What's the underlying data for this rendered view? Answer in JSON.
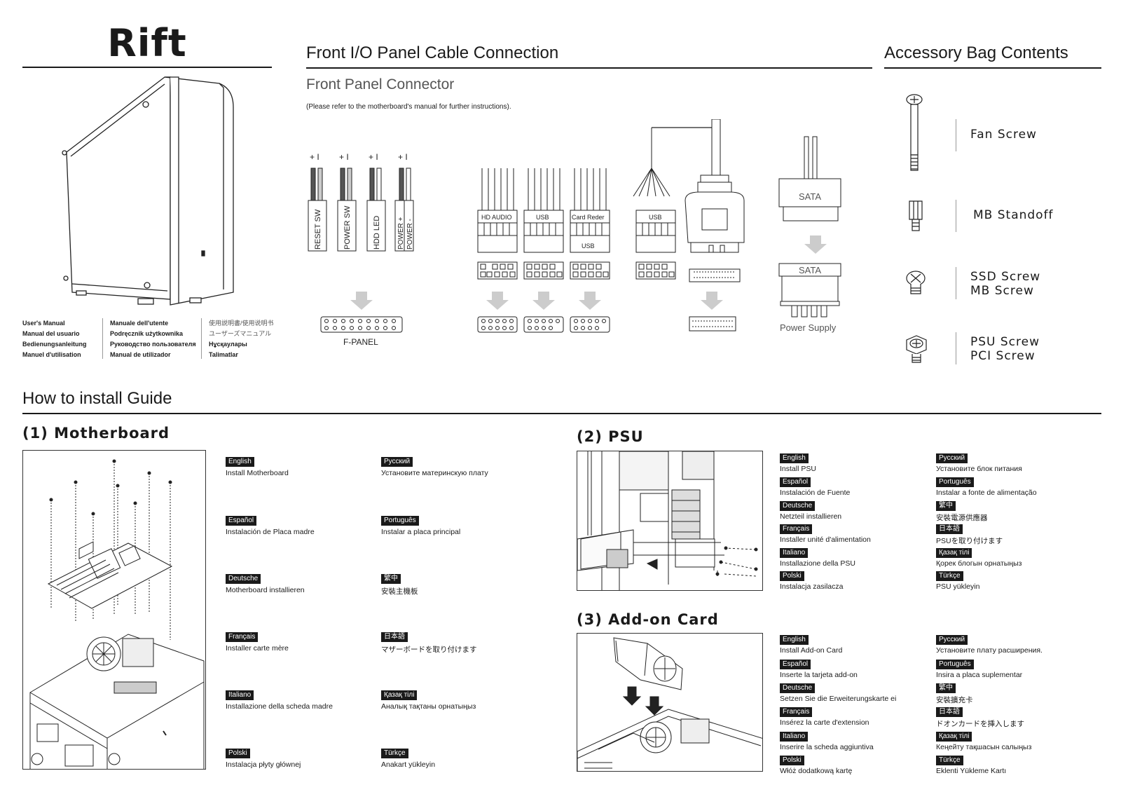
{
  "brand": "Rift",
  "front_io": {
    "title": "Front I/O Panel Cable Connection",
    "subtitle": "Front Panel Connector",
    "note": "(Please refer to the motherboard's manual for further instructions).",
    "polarity": "+ I",
    "switch_connectors": [
      "RESET SW",
      "POWER SW",
      "HDD LED",
      "POWER +",
      "POWER -"
    ],
    "header_connectors": [
      "HD AUDIO",
      "USB",
      "Card Reder",
      "USB",
      "USB"
    ],
    "fpanel_label": "F-PANEL",
    "sata_top": "SATA",
    "sata_bottom": "SATA",
    "power_supply": "Power Supply"
  },
  "manual_titles": {
    "col1": [
      "User's Manual",
      "Manual del usuario",
      "Bedienungsanleitung",
      "Manuel d'utilisation"
    ],
    "col2": [
      "Manuale dell'utente",
      "Podręcznik użytkownika",
      "Руководство пользователя",
      "Manual de utilizador"
    ],
    "col3": [
      "使用説明書/使用说明书",
      "ユーザーズマニュアル",
      "Нұсқаулары",
      "Talimatlar"
    ]
  },
  "accessory": {
    "title": "Accessory Bag Contents",
    "items": [
      {
        "lines": [
          "Fan Screw"
        ],
        "icon": "fan-screw-icon"
      },
      {
        "lines": [
          "MB Standoff"
        ],
        "icon": "mb-standoff-icon"
      },
      {
        "lines": [
          "SSD Screw",
          "MB Screw"
        ],
        "icon": "ssd-screw-icon"
      },
      {
        "lines": [
          "PSU Screw",
          "PCI Screw"
        ],
        "icon": "psu-screw-icon"
      }
    ]
  },
  "guide": {
    "title": "How to install Guide",
    "motherboard": {
      "title": "(1) Motherboard",
      "langs": [
        {
          "tag": "English",
          "text": "Install Motherboard"
        },
        {
          "tag": "Español",
          "text": "Instalación de Placa madre"
        },
        {
          "tag": "Deutsche",
          "text": "Motherboard installieren"
        },
        {
          "tag": "Français",
          "text": "Installer carte mère"
        },
        {
          "tag": "Italiano",
          "text": "Installazione della scheda madre"
        },
        {
          "tag": "Polski",
          "text": "Instalacja płyty głównej"
        },
        {
          "tag": "Русский",
          "text": "Установите материнскую плату"
        },
        {
          "tag": "Português",
          "text": "Instalar a placa principal"
        },
        {
          "tag": "繁中",
          "text": "安裝主機板"
        },
        {
          "tag": "日本語",
          "text": "マザーボードを取り付けます"
        },
        {
          "tag": "Қазақ тілі",
          "text": "Аналық тақтаны орнатыңыз"
        },
        {
          "tag": "Türkçe",
          "text": "Anakart yükleyin"
        }
      ]
    },
    "psu": {
      "title": "(2) PSU",
      "langs": [
        {
          "tag": "English",
          "text": "Install PSU"
        },
        {
          "tag": "Español",
          "text": "Instalación de Fuente"
        },
        {
          "tag": "Deutsche",
          "text": "Netzteil installieren"
        },
        {
          "tag": "Français",
          "text": "Installer unité d'alimentation"
        },
        {
          "tag": "Italiano",
          "text": "Installazione della PSU"
        },
        {
          "tag": "Polski",
          "text": "Instalacja zasilacza"
        },
        {
          "tag": "Русский",
          "text": "Установите блок питания"
        },
        {
          "tag": "Português",
          "text": "Instalar a fonte de alimentação"
        },
        {
          "tag": "繁中",
          "text": "安裝電源供應器"
        },
        {
          "tag": "日本語",
          "text": "PSUを取り付けます"
        },
        {
          "tag": "Қазақ тілі",
          "text": "Қорек блогын орнатыңыз"
        },
        {
          "tag": "Türkçe",
          "text": "PSU yükleyin"
        }
      ]
    },
    "addon": {
      "title": "(3) Add-on Card",
      "langs": [
        {
          "tag": "English",
          "text": "Install Add-on Card"
        },
        {
          "tag": "Español",
          "text": "Inserte la tarjeta add-on"
        },
        {
          "tag": "Deutsche",
          "text": "Setzen Sie die Erweiterungskarte ei"
        },
        {
          "tag": "Français",
          "text": "Insérez la carte d'extension"
        },
        {
          "tag": "Italiano",
          "text": "Inserire la scheda aggiuntiva"
        },
        {
          "tag": "Polski",
          "text": "Włóż dodatkową kartę"
        },
        {
          "tag": "Русский",
          "text": "Установите плату расширения."
        },
        {
          "tag": "Português",
          "text": "Insira a placa suplementar"
        },
        {
          "tag": "繁中",
          "text": "安裝擴充卡"
        },
        {
          "tag": "日本語",
          "text": "ドオンカードを挿入します"
        },
        {
          "tag": "Қазақ тілі",
          "text": "Кеңейту тақшасын салыңыз"
        },
        {
          "tag": "Türkçe",
          "text": "Eklenti Yükleme Kartı"
        }
      ]
    }
  }
}
